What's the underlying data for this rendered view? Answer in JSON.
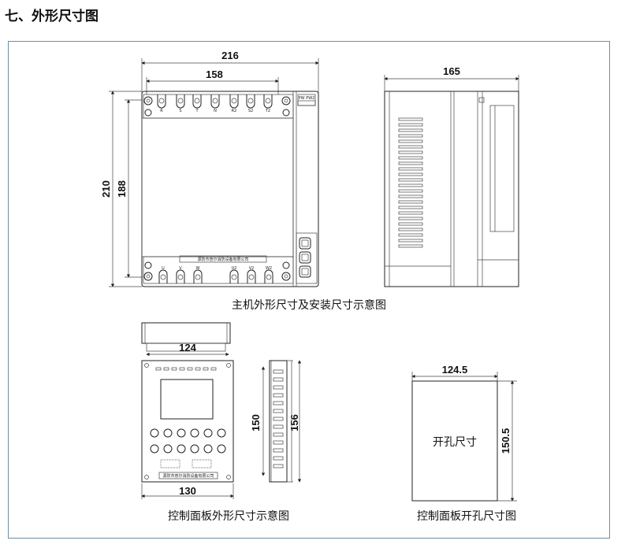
{
  "heading": "七、外形尺寸图",
  "main_unit": {
    "dims": {
      "width_total": "216",
      "width_inner": "158",
      "height_total": "210",
      "height_inner": "188",
      "depth": "165"
    },
    "caption": "主机外形尺寸及安装尺寸示意图",
    "terminals_top": [
      "R",
      "S",
      "T",
      "N",
      "R2",
      "S2",
      "T2"
    ],
    "terminals_bottom": [
      "U",
      "V",
      "W",
      "U2",
      "V2",
      "W2"
    ],
    "nameplate": "源防市普尔消防设备有限公司",
    "port_label_top": "PW PW2"
  },
  "panel": {
    "dims": {
      "width_inner": "124",
      "width_total": "130",
      "height_inner": "150",
      "height_total": "156"
    },
    "caption": "控制面板外形尺寸示意图",
    "nameplate": "源防市普尔消防设备有限公司"
  },
  "cutout": {
    "dims": {
      "width": "124.5",
      "height": "150.5"
    },
    "label": "开孔尺寸",
    "caption": "控制面板开孔尺寸图"
  },
  "colors": {
    "frame": "#6f8fa3",
    "line": "#222222"
  }
}
